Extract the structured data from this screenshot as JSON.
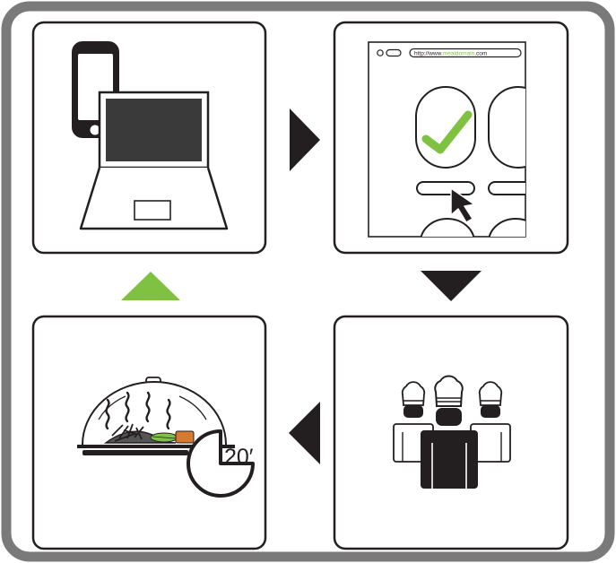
{
  "browser": {
    "url_prefix": "http://www.",
    "url_domain": "mealdomain",
    "url_suffix": ".com"
  },
  "timer": {
    "label": "20′",
    "elapsed_fraction": 0.25
  },
  "colors": {
    "frame": "#7a7a7a",
    "accent_green": "#7fc241",
    "ink": "#231f20",
    "screen": "#3a3a3a"
  },
  "panels": {
    "top_left": "devices",
    "top_right": "web-order",
    "bottom_right": "chefs",
    "bottom_left": "served-dish"
  },
  "icons": {
    "arrow_right": "triangle-right-icon",
    "arrow_down": "triangle-down-icon",
    "arrow_left": "triangle-left-icon",
    "arrow_up": "triangle-up-icon"
  }
}
